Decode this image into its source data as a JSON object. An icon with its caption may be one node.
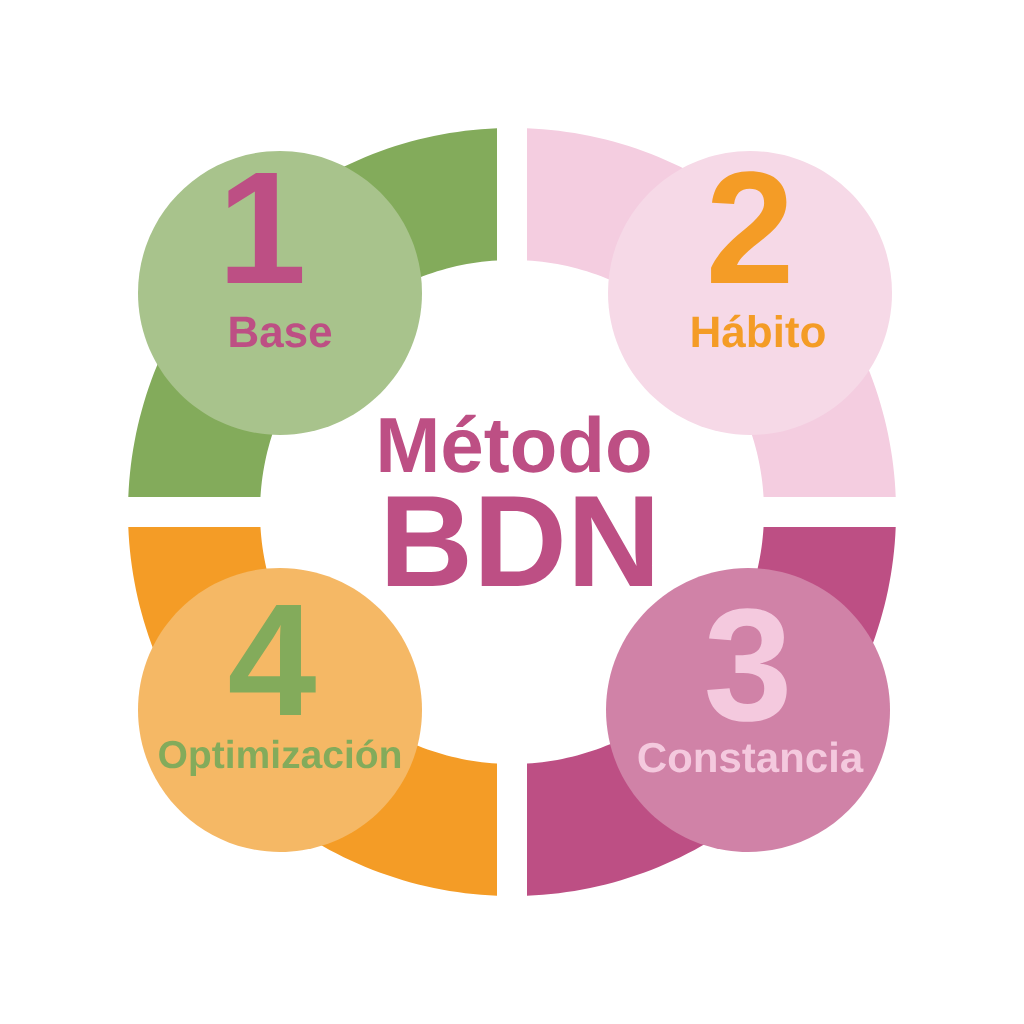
{
  "diagram": {
    "nodes": [
      {
        "text": [
          "1",
          "Base"
        ]
      },
      {
        "text": [
          "2",
          "Hábito"
        ]
      },
      {
        "text": [
          "3",
          "Constancia"
        ]
      },
      {
        "text": [
          "4",
          "Optimización"
        ]
      }
    ],
    "labels": [
      "Método",
      "BDN"
    ]
  }
}
